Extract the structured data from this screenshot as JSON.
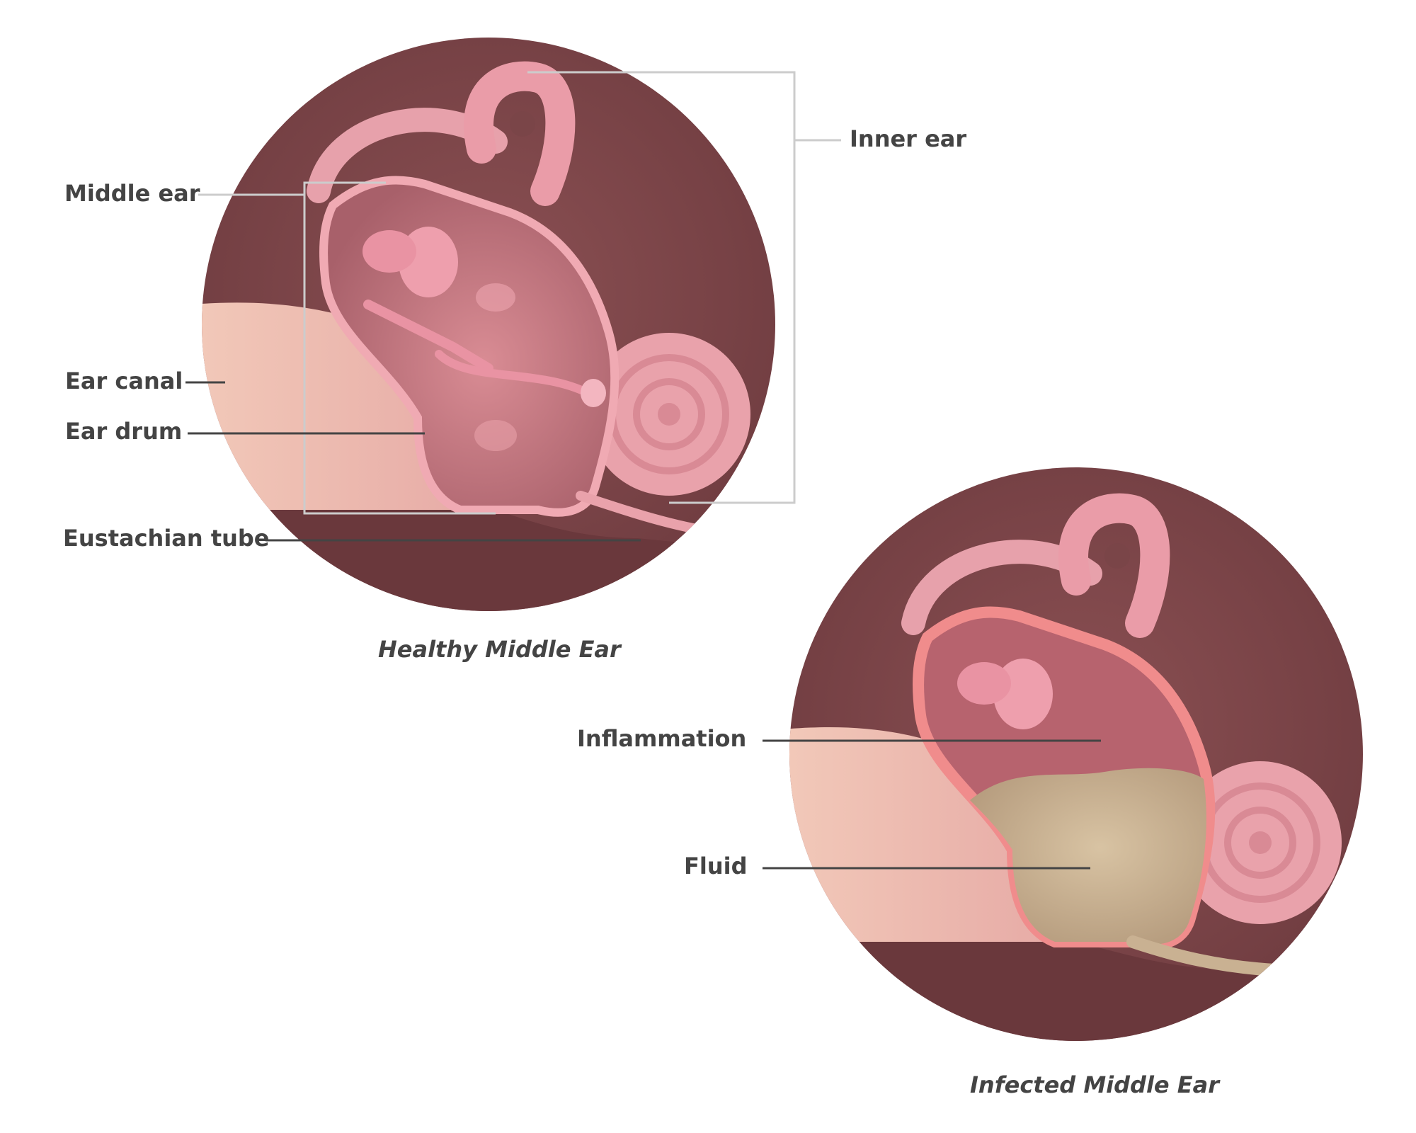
{
  "healthy": {
    "caption": "Healthy Middle Ear",
    "labels": {
      "middle_ear": "Middle ear",
      "inner_ear": "Inner ear",
      "ear_canal": "Ear canal",
      "ear_drum": "Ear drum",
      "eustachian_tube": "Eustachian tube"
    }
  },
  "infected": {
    "caption": "Infected Middle Ear",
    "labels": {
      "inflammation": "Inflammation",
      "fluid": "Fluid"
    }
  },
  "colors": {
    "background_disc": "#7a4548",
    "tissue_pink": "#e9a2ab",
    "canal_skin": "#f1c6b6",
    "fluid": "#cdb596",
    "inflamed": "#f08c8c",
    "leader_dark": "#444444",
    "bracket_light": "#cccccc"
  }
}
